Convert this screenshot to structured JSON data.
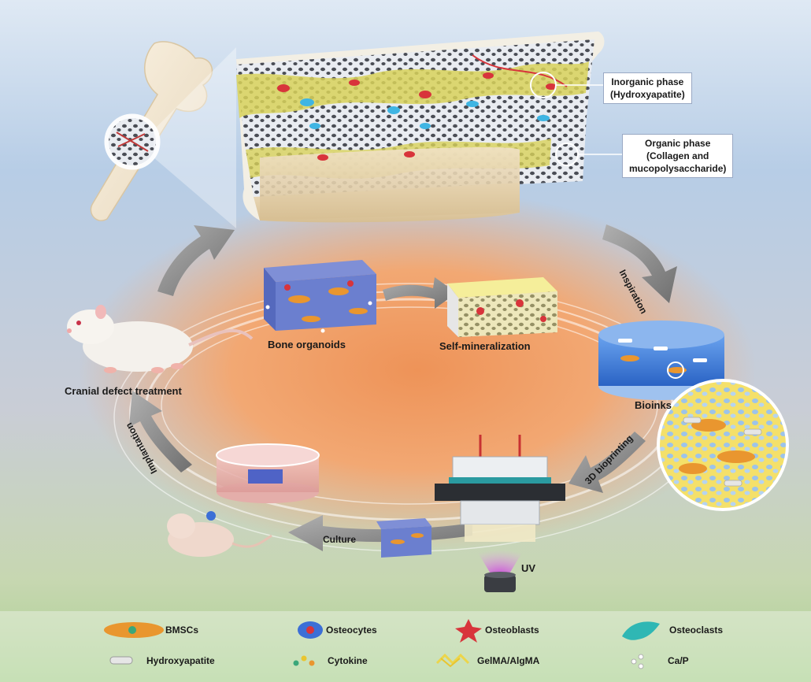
{
  "callouts": {
    "inorganic": {
      "line1": "Inorganic phase",
      "line2": "(Hydroxyapatite)"
    },
    "organic": {
      "line1": "Organic phase",
      "line2": "(Collagen and",
      "line3": "mucopolysaccharide)"
    }
  },
  "stages": {
    "bone_organoids": "Bone organoids",
    "self_mineralization": "Self-mineralization",
    "bioinks": "Bioinks",
    "cranial": "Cranial defect treatment",
    "uv": "UV"
  },
  "arrows": {
    "inspiration": "Inspiration",
    "bioprinting": "3D bioprinting",
    "culture": "Culture",
    "implantation": "Implantation"
  },
  "legend": {
    "row1": [
      "BMSCs",
      "Osteocytes",
      "Osteoblasts",
      "Osteoclasts"
    ],
    "row2": [
      "Hydroxyapatite",
      "Cytokine",
      "GelMA/AlgMA",
      "Ca/P"
    ]
  },
  "colors": {
    "bg_top": "#b9cfe6",
    "bg_bottom": "#b3d59c",
    "ring_center": "#f0a66c",
    "arrow_gray": "#8a8a8a",
    "bmsc_orange": "#e9962f",
    "osteocyte_blue": "#3c6fd6",
    "osteoblast_red": "#d8343b",
    "osteoclast_teal": "#2fb7b4",
    "gelma_yellow": "#ecd54a"
  }
}
